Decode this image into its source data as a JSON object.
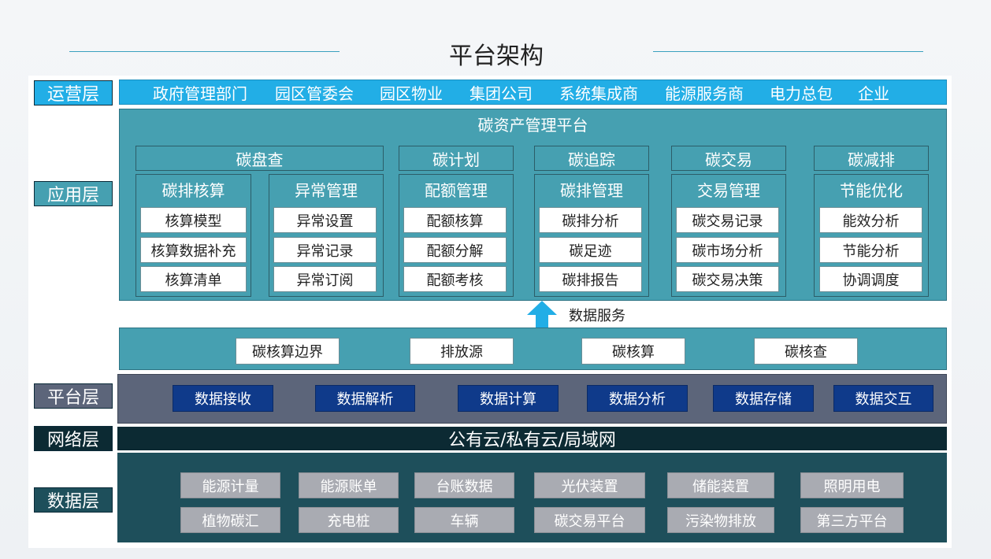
{
  "page": {
    "title": "平台架构"
  },
  "layers": {
    "operations": "运营层",
    "application": "应用层",
    "platform": "平台层",
    "network": "网络层",
    "data": "数据层"
  },
  "operations": {
    "items": [
      "政府管理部门",
      "园区管委会",
      "园区物业",
      "集团公司",
      "系统集成商",
      "能源服务商",
      "电力总包",
      "企业"
    ]
  },
  "application": {
    "title": "碳资产管理平台",
    "categories": [
      "碳盘查",
      "碳计划",
      "碳追踪",
      "碳交易",
      "碳减排"
    ],
    "modules": [
      {
        "title": "碳排核算",
        "items": [
          "核算模型",
          "核算数据补充",
          "核算清单"
        ]
      },
      {
        "title": "异常管理",
        "items": [
          "异常设置",
          "异常记录",
          "异常订阅"
        ]
      },
      {
        "title": "配额管理",
        "items": [
          "配额核算",
          "配额分解",
          "配额考核"
        ]
      },
      {
        "title": "碳排管理",
        "items": [
          "碳排分析",
          "碳足迹",
          "碳排报告"
        ]
      },
      {
        "title": "交易管理",
        "items": [
          "碳交易记录",
          "碳市场分析",
          "碳交易决策"
        ]
      },
      {
        "title": "节能优化",
        "items": [
          "能效分析",
          "节能分析",
          "协调调度"
        ]
      }
    ]
  },
  "data_service": {
    "label": "数据服务",
    "items": [
      "碳核算边界",
      "排放源",
      "碳核算",
      "碳核查"
    ]
  },
  "platform": {
    "items": [
      "数据接收",
      "数据解析",
      "数据计算",
      "数据分析",
      "数据存储",
      "数据交互"
    ]
  },
  "network": {
    "text": "公有云/私有云/局域网"
  },
  "data": {
    "row1": [
      "能源计量",
      "能源账单",
      "台账数据",
      "光伏装置",
      "储能装置",
      "照明用电"
    ],
    "row2": [
      "植物碳汇",
      "充电桩",
      "车辆",
      "碳交易平台",
      "污染物排放",
      "第三方平台"
    ]
  },
  "colors": {
    "ops_bar": "#22aee6",
    "app_layer": "#46a0b1",
    "platform_layer": "#5c657a",
    "platform_item": "#0f3a8a",
    "network_layer": "#0c2a33",
    "data_layer": "#1e4f5b",
    "data_item": "#a9abb2",
    "arrow": "#22aee6"
  }
}
